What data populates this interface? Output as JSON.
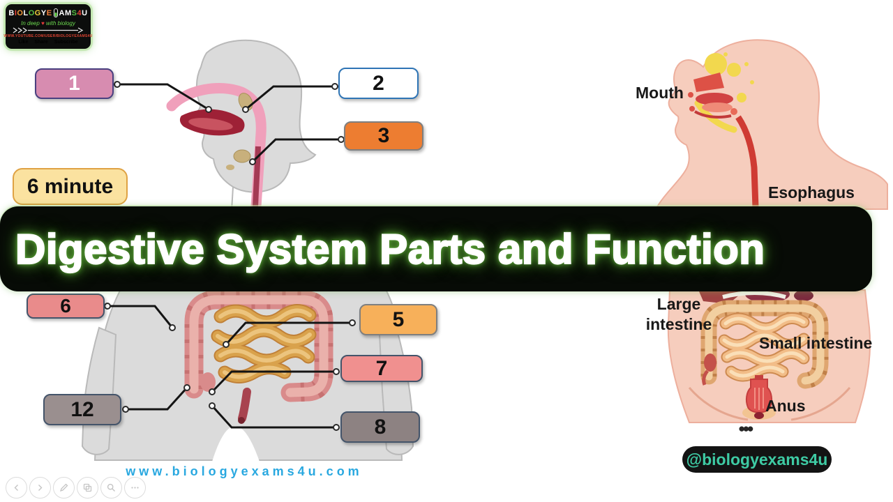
{
  "logo": {
    "title_part1": "BIOLOGYE",
    "title_part2": "AMS4U",
    "title_colors1": [
      "#ffffff",
      "#e84338",
      "#f29a3a",
      "#ffffff",
      "#55bd45",
      "#f2d03c",
      "#ffffff",
      "#f2803a"
    ],
    "title_colors2": [
      "#ffffff",
      "#ffffff",
      "#55bd45",
      "#e84338",
      "#ffffff"
    ],
    "tagline_pre": "In deep",
    "tagline_heart": "♥",
    "tagline_post": "with biology",
    "url": "WWW.YOUTUBE.COM/USER/BIOLOGYEXAMS4U",
    "actions": [
      {
        "label": "Like",
        "color": "#5aa8f0"
      },
      {
        "label": "Share",
        "color": "#a85ae0"
      },
      {
        "label": "Subscribe",
        "color": "#35c8e8"
      }
    ]
  },
  "duration_badge": {
    "label": "6 minute",
    "bg": "#fbe2a0",
    "border": "#dfa244"
  },
  "title_banner": {
    "text": "Digestive System Parts and Function",
    "bg": "#070b06",
    "text_color": "#ffffff",
    "glow_color": "#5ea83a"
  },
  "left_diagram": {
    "labels": [
      {
        "number": "1",
        "bg": "#d78cb0",
        "border": "#4a4080",
        "color": "#ffffff"
      },
      {
        "number": "2",
        "bg": "#ffffff",
        "border": "#2e74b5",
        "color": "#111111"
      },
      {
        "number": "3",
        "bg": "#ed7d31",
        "border": "#7f7f7f",
        "color": "#111111"
      },
      {
        "number": "6",
        "bg": "#e98b8b",
        "border": "#44546a",
        "color": "#111111"
      },
      {
        "number": "5",
        "bg": "#f7b05a",
        "border": "#7f7f7f",
        "color": "#111111"
      },
      {
        "number": "7",
        "bg": "#f0908f",
        "border": "#44546a",
        "color": "#111111"
      },
      {
        "number": "12",
        "bg": "#9a8f8f",
        "border": "#44546a",
        "color": "#111111"
      },
      {
        "number": "8",
        "bg": "#8d8282",
        "border": "#44546a",
        "color": "#111111"
      }
    ]
  },
  "right_diagram": {
    "labels": {
      "mouth": "Mouth",
      "esophagus": "Esophagus",
      "large_intestine_line1": "Large",
      "large_intestine_line2": "intestine",
      "small_intestine": "Small intestine",
      "anus": "Anus"
    },
    "dots": "●●●",
    "handle": "@biologyexams4u",
    "handle_color": "#3ecba4"
  },
  "footer": {
    "website": "www.biologyexams4u.com",
    "website_color": "#29a8e0"
  },
  "player_controls": [
    {
      "name": "previous"
    },
    {
      "name": "next"
    },
    {
      "name": "edit"
    },
    {
      "name": "copy"
    },
    {
      "name": "zoom"
    },
    {
      "name": "more"
    }
  ]
}
